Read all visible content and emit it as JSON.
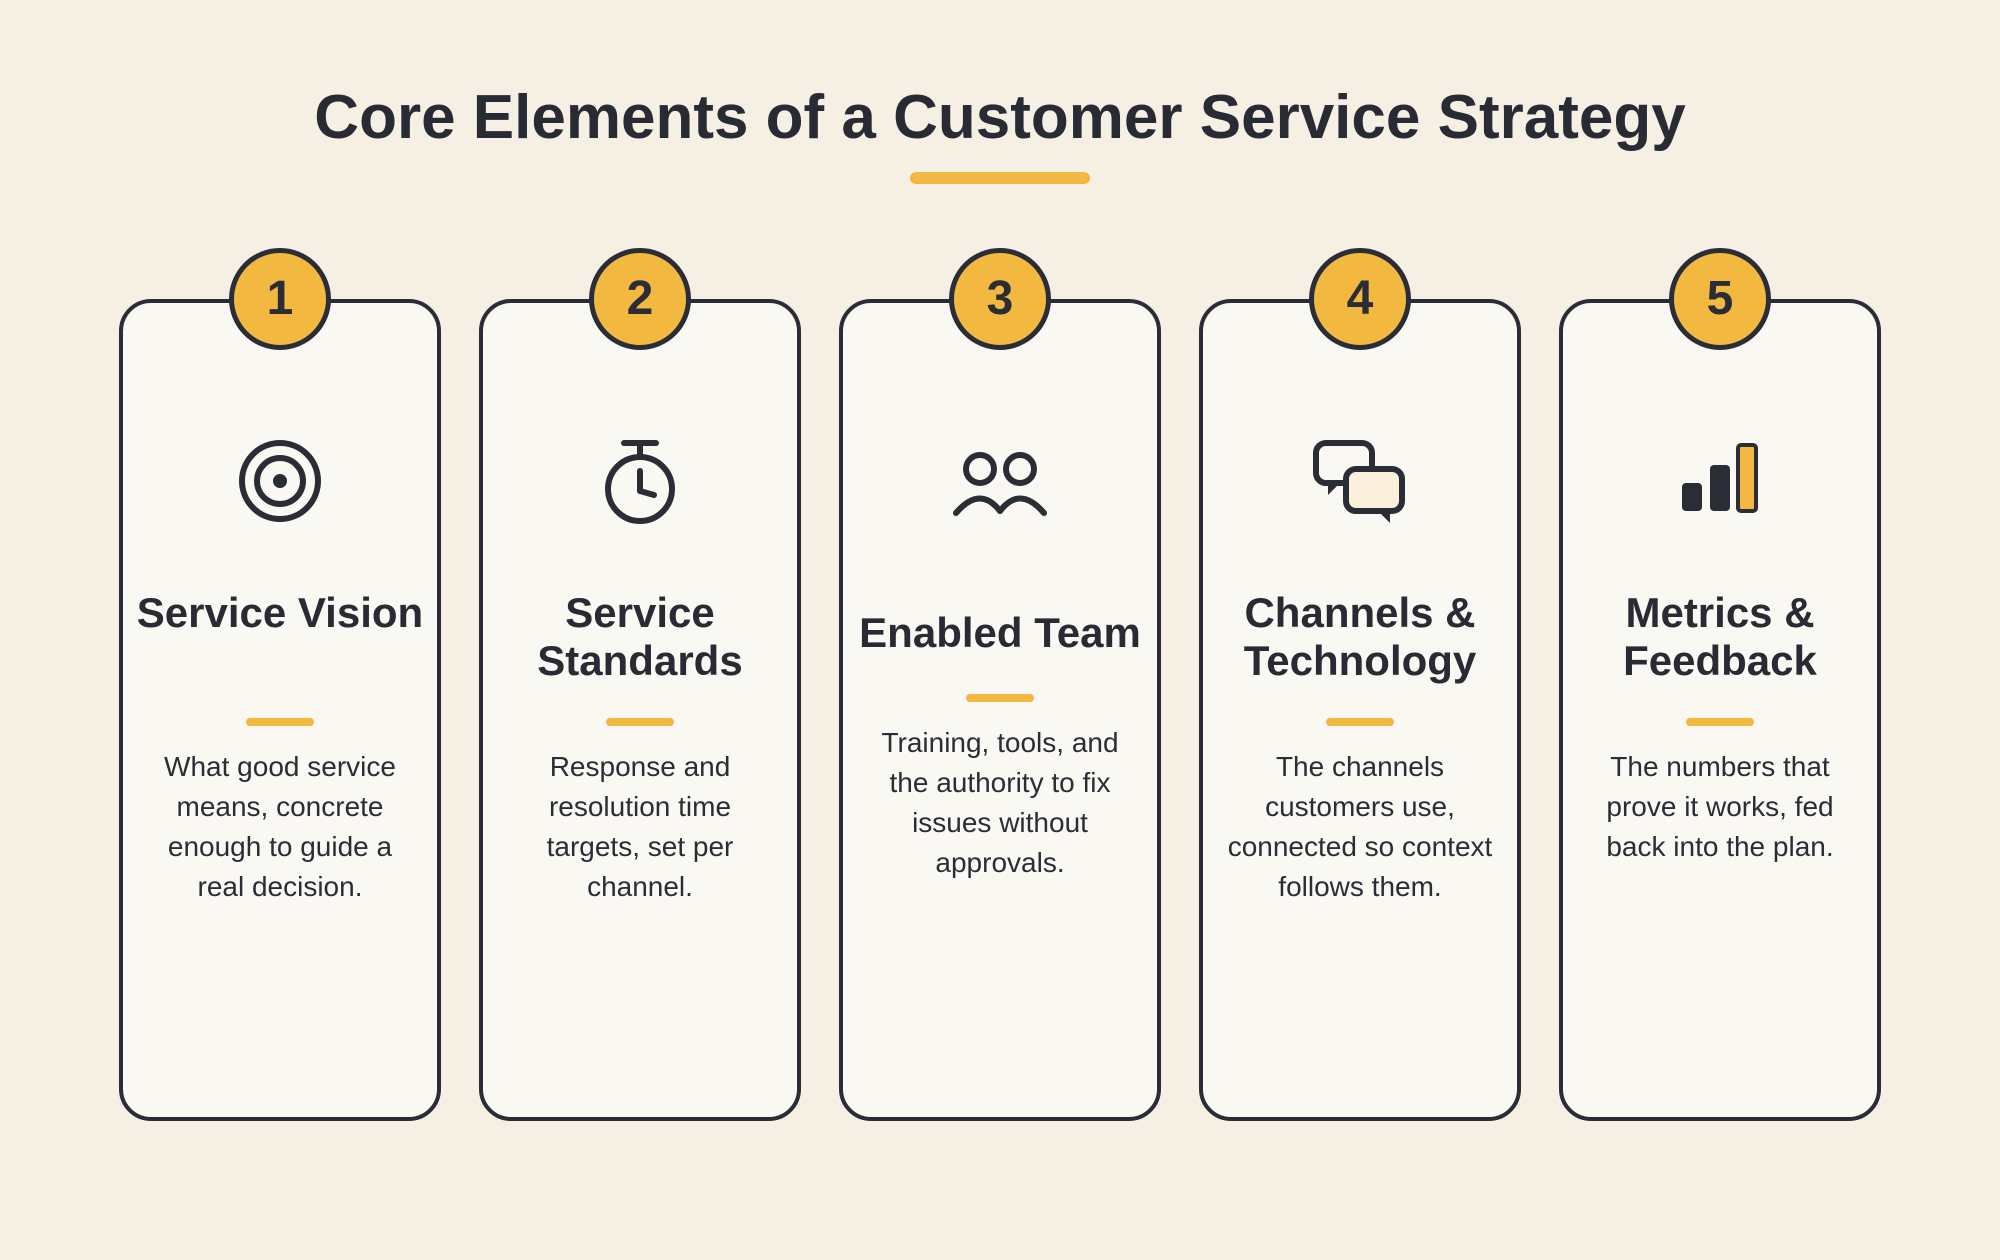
{
  "title": "Core Elements of a Customer Service Strategy",
  "colors": {
    "background": "#f5efe4",
    "card": "#faf8f2",
    "accent": "#f2b840",
    "ink": "#2a2d36"
  },
  "cards": [
    {
      "number": "1",
      "icon": "target-icon",
      "title": "Service Vision",
      "description": "What good service means, concrete enough to guide a real decision."
    },
    {
      "number": "2",
      "icon": "stopwatch-icon",
      "title": "Service Standards",
      "description": "Response and resolution time targets, set per channel."
    },
    {
      "number": "3",
      "icon": "people-icon",
      "title": "Enabled Team",
      "description": "Training, tools, and the authority to fix issues without approvals."
    },
    {
      "number": "4",
      "icon": "chat-bubbles-icon",
      "title": "Channels & Technology",
      "description": "The channels customers use, connected so context follows them."
    },
    {
      "number": "5",
      "icon": "bar-chart-icon",
      "title": "Metrics & Feedback",
      "description": "The numbers that prove it works, fed back into the plan."
    }
  ]
}
